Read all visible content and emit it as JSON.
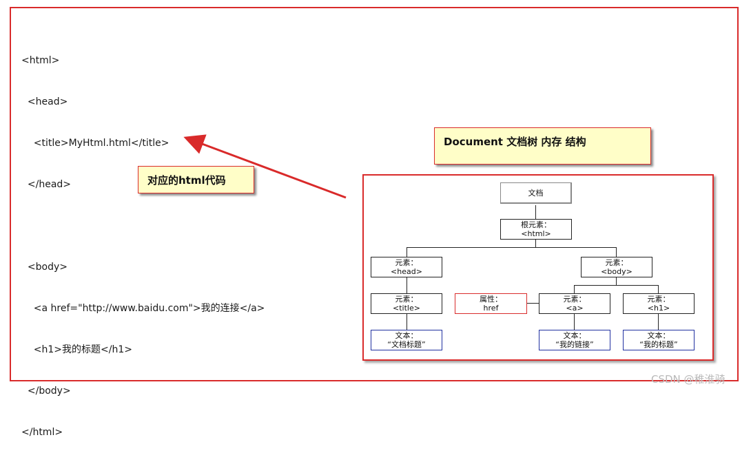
{
  "code_lines": [
    "<html>",
    "  <head>",
    "    <title>MyHtml.html</title>",
    "  </head>",
    "",
    "  <body>",
    "    <a href=\"http://www.baidu.com\">我的连接</a>",
    "    <h1>我的标题</h1>",
    "  </body>",
    "</html>"
  ],
  "callouts": {
    "html_code": "对应的html代码",
    "dom_tree": "Document 文档树 内存 结构"
  },
  "tree": {
    "document": "文档",
    "root": {
      "label": "根元素：",
      "tag": "<html>"
    },
    "head": {
      "label": "元素：",
      "tag": "<head>"
    },
    "body": {
      "label": "元素：",
      "tag": "<body>"
    },
    "title": {
      "label": "元素：",
      "tag": "<title>"
    },
    "a": {
      "label": "元素：",
      "tag": "<a>"
    },
    "h1": {
      "label": "元素：",
      "tag": "<h1>"
    },
    "attr_href": {
      "label": "属性：",
      "value": "href"
    },
    "text_title": {
      "label": "文本：",
      "value": "“文档标题”"
    },
    "text_a": {
      "label": "文本：",
      "value": "“我的链接”"
    },
    "text_h1": {
      "label": "文本：",
      "value": "“我的标题”"
    }
  },
  "watermark": "CSDN @稚淮骑",
  "colors": {
    "frame_red": "#d92a2a",
    "callout_yellow": "#fffec8",
    "text_blue": "#1f2fa0"
  }
}
